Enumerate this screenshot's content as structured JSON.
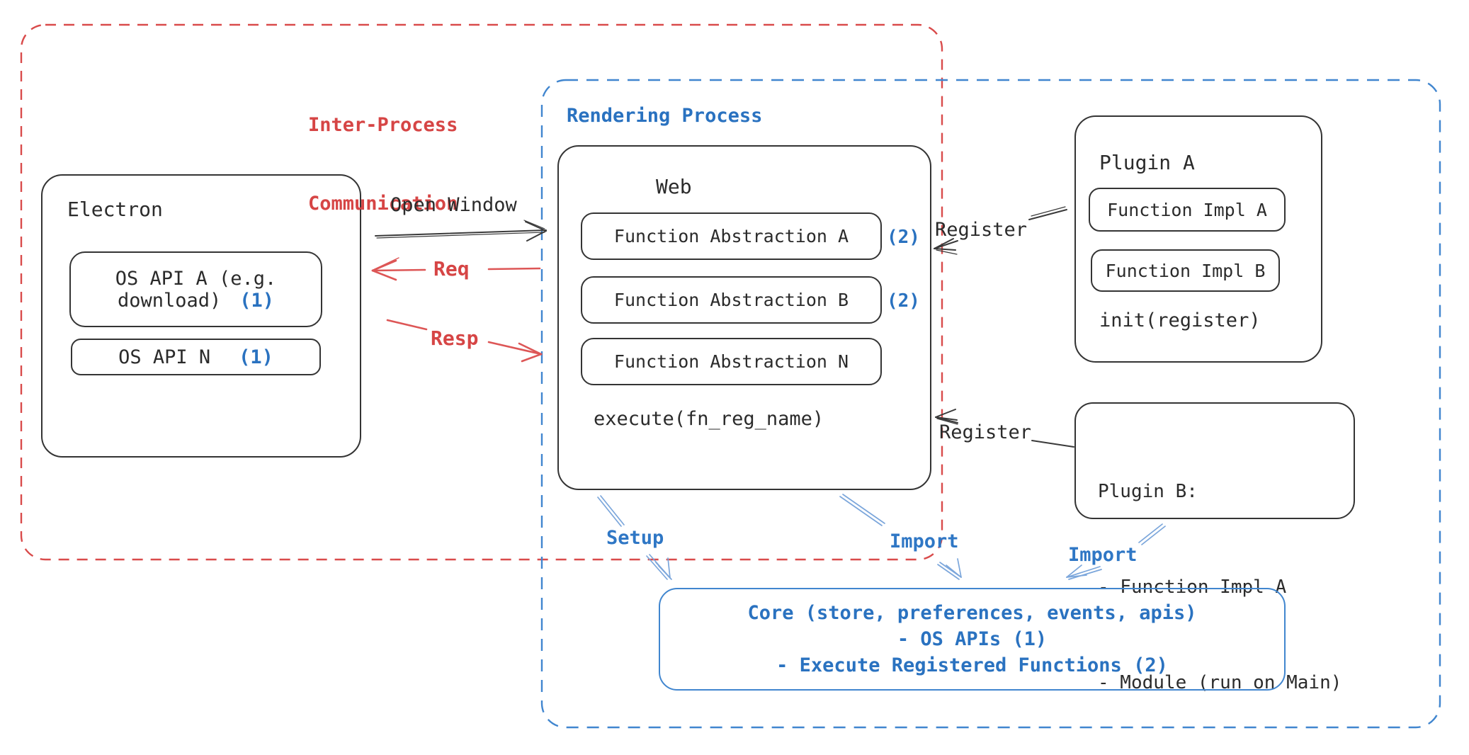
{
  "colors": {
    "red_accent": "#d64545",
    "red_arrow": "#dd5656",
    "blue_accent": "#2a72c0",
    "blue_border": "#4186cf",
    "light_blue_arrow": "#7ba6db",
    "stroke_black": "#343434",
    "background": "#ffffff"
  },
  "ipc": {
    "label_line1": "Inter-Process",
    "label_line2": "Communication"
  },
  "rendering_process": {
    "label": "Rendering Process"
  },
  "electron": {
    "title": "Electron",
    "os_api_a_line1": "OS API A (e.g.",
    "os_api_a_line2": "download)",
    "os_api_a_ref": "(1)",
    "os_api_n": "OS API N",
    "os_api_n_ref": "(1)"
  },
  "web": {
    "title": "Web",
    "fa_a": "Function Abstraction A",
    "fa_a_ref": "(2)",
    "fa_b": "Function Abstraction B",
    "fa_b_ref": "(2)",
    "fa_n": "Function Abstraction N",
    "execute": "execute(fn_reg_name)"
  },
  "plugin_a": {
    "title": "Plugin A",
    "impl_a": "Function Impl A",
    "impl_b": "Function Impl B",
    "init": "init(register)"
  },
  "plugin_b": {
    "line1": "Plugin B:",
    "line2": "- Function Impl A",
    "line3": "- Module (run on Main)"
  },
  "core": {
    "line1": "Core (store, preferences, events, apis)",
    "line2": "- OS APIs (1)",
    "line3": "- Execute Registered Functions (2)"
  },
  "arrows": {
    "open_window": "Open Window",
    "req": "Req",
    "resp": "Resp",
    "register_a": "Register",
    "register_b": "Register",
    "setup": "Setup",
    "import_web": "Import",
    "import_plugin_b": "Import"
  }
}
